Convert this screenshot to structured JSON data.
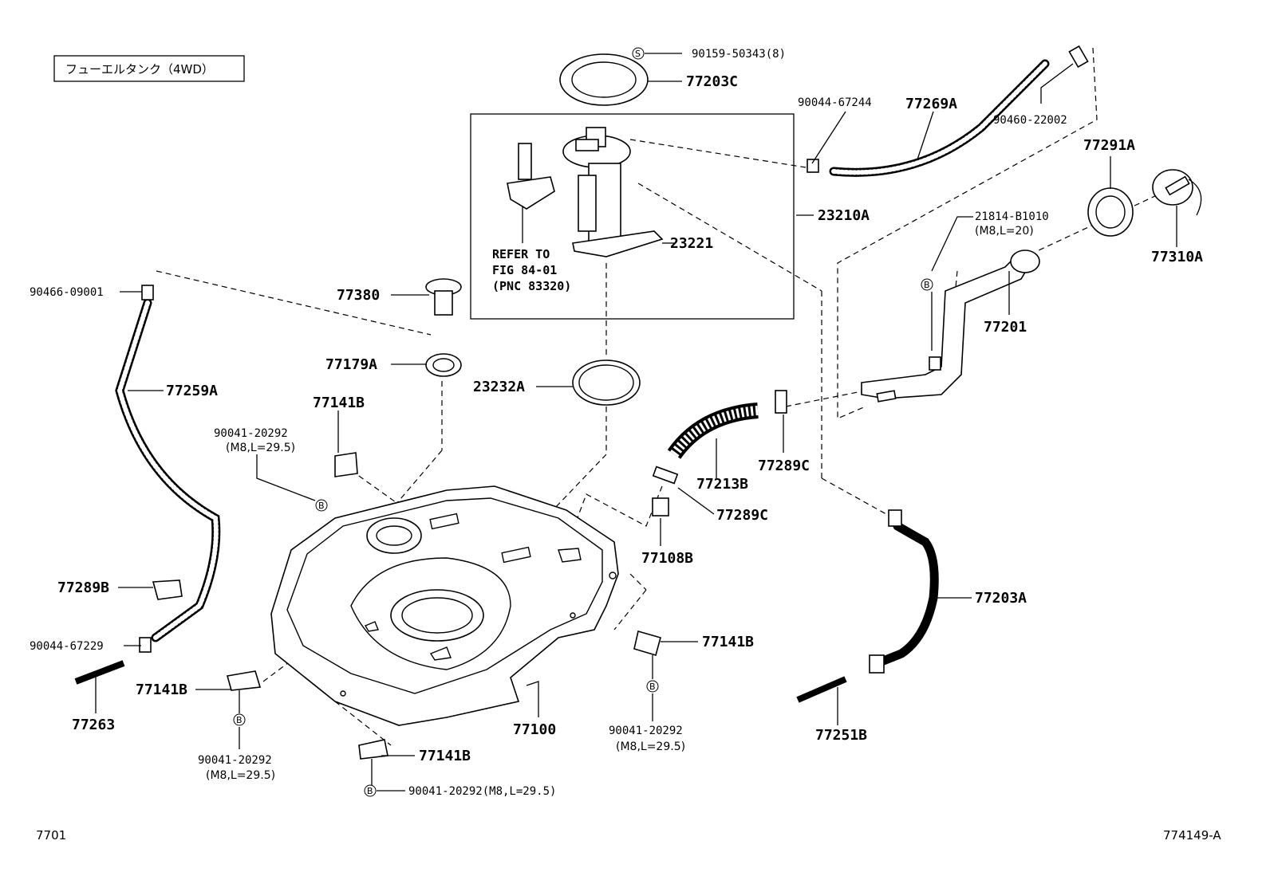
{
  "title": "フューエルタンク（4WD）",
  "footer": {
    "left": "7701",
    "right": "774149-A"
  },
  "refer_note": [
    "REFER TO",
    "FIG 84-01",
    "(PNC 83320)"
  ],
  "symbols": {
    "s": "S",
    "b": "B"
  },
  "parts": {
    "p90159": "90159-50343(8)",
    "p77203C": "77203C",
    "p90044_67244": "90044-67244",
    "p77269A": "77269A",
    "p90460": "90460-22002",
    "p77291A": "77291A",
    "p77310A": "77310A",
    "p23210A": "23210A",
    "p23221": "23221",
    "p21814": "21814-B1010",
    "p21814_spec": "(M8,L=20)",
    "p77201": "77201",
    "p90466": "90466-09001",
    "p77380": "77380",
    "p77179A": "77179A",
    "p23232A": "23232A",
    "p77259A": "77259A",
    "p77141B_top": "77141B",
    "p90041_a": "90041-20292",
    "p90041_a_spec": "(M8,L=29.5)",
    "p77289C_right": "77289C",
    "p77213B": "77213B",
    "p77289C_mid": "77289C",
    "p77108B": "77108B",
    "p77203A": "77203A",
    "p77289B": "77289B",
    "p90044_67229": "90044-67229",
    "p77141B_right": "77141B",
    "p77141B_left": "77141B",
    "p77263": "77263",
    "p77100": "77100",
    "p90041_b": "90041-20292",
    "p90041_b_spec": "(M8,L=29.5)",
    "p90041_c": "90041-20292",
    "p90041_c_spec": "(M8,L=29.5)",
    "p77141B_bottom": "77141B",
    "p90041_d": "90041-20292(M8,L=29.5)",
    "p77251B": "77251B"
  }
}
